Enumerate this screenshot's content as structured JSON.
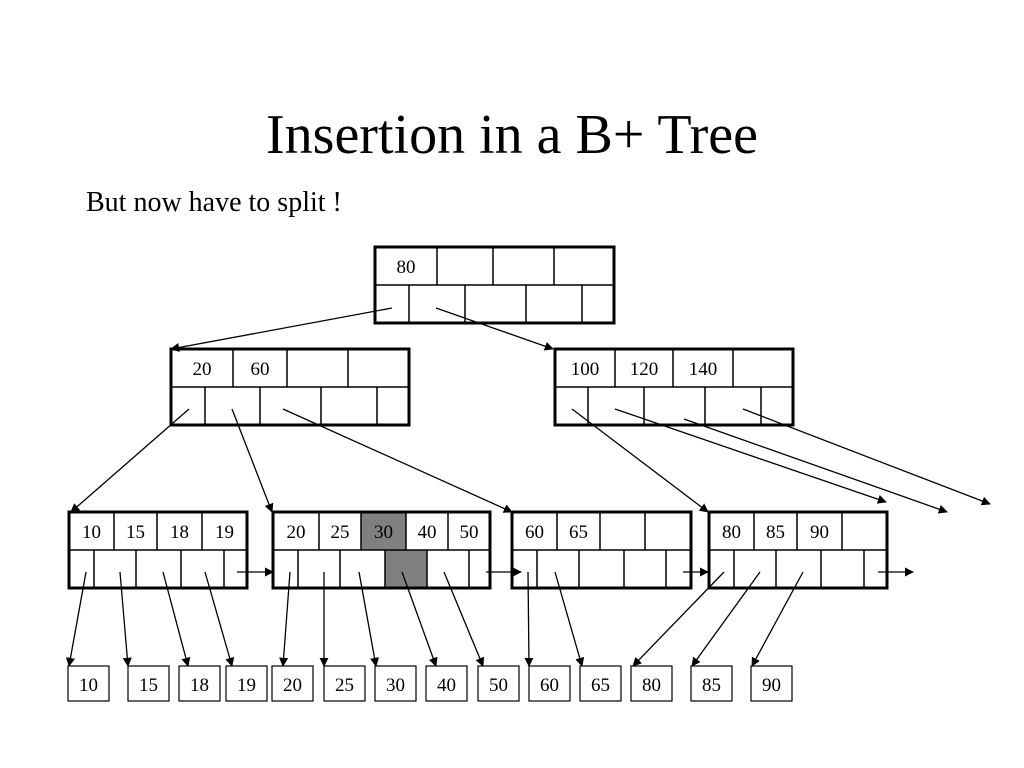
{
  "slide": {
    "title": "Insertion in a B+ Tree",
    "subtitle": "But now have to split !"
  },
  "colors": {
    "line": "#000000",
    "highlight": "#808080",
    "background": "#ffffff"
  },
  "tree": {
    "root": {
      "keys": [
        "80",
        "",
        "",
        ""
      ]
    },
    "internal": [
      {
        "keys": [
          "20",
          "60",
          "",
          ""
        ]
      },
      {
        "keys": [
          "100",
          "120",
          "140",
          ""
        ]
      }
    ],
    "leaves": [
      {
        "keys": [
          "10",
          "15",
          "18",
          "19"
        ]
      },
      {
        "keys": [
          "20",
          "25",
          "30",
          "40",
          "50"
        ],
        "highlighted_key": "30"
      },
      {
        "keys": [
          "60",
          "65",
          "",
          ""
        ]
      },
      {
        "keys": [
          "80",
          "85",
          "90",
          ""
        ]
      }
    ],
    "records": [
      "10",
      "15",
      "18",
      "19",
      "20",
      "25",
      "30",
      "40",
      "50",
      "60",
      "65",
      "80",
      "85",
      "90"
    ]
  }
}
